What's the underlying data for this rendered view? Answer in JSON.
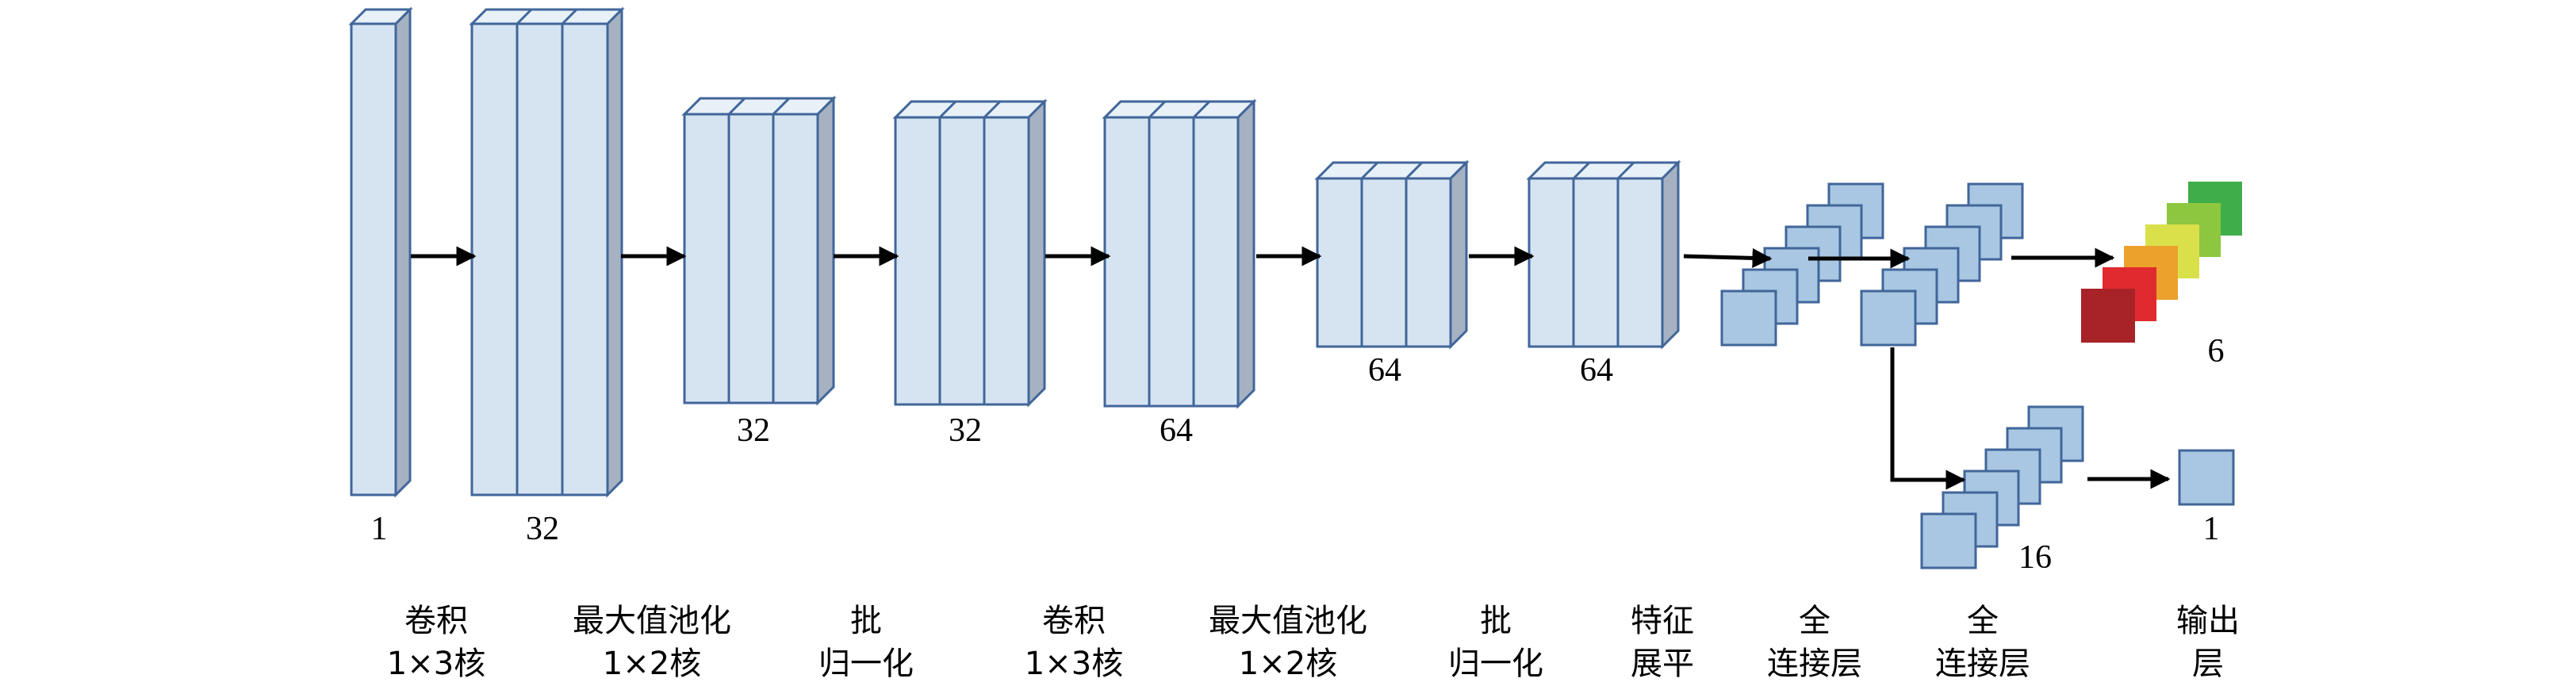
{
  "blocks": [
    {
      "id": "input",
      "channels": "1"
    },
    {
      "id": "conv1",
      "channels": "32"
    },
    {
      "id": "pool1",
      "channels": "32"
    },
    {
      "id": "bn1",
      "channels": "32"
    },
    {
      "id": "conv2",
      "channels": "64"
    },
    {
      "id": "pool2",
      "channels": "64"
    },
    {
      "id": "bn2",
      "channels": "64"
    }
  ],
  "dense_labels": {
    "hidden": "16",
    "output_single": "1",
    "output_multi": "6"
  },
  "class_colors": [
    "#a82328",
    "#e02a2f",
    "#eba12b",
    "#d9e04a",
    "#8dc63f",
    "#3fae49"
  ],
  "captions": [
    {
      "line1": "卷积",
      "line2": "1×3核"
    },
    {
      "line1": "最大值池化",
      "line2": "1×2核"
    },
    {
      "line1": "批",
      "line2": "归一化"
    },
    {
      "line1": "卷积",
      "line2": "1×3核"
    },
    {
      "line1": "最大值池化",
      "line2": "1×2核"
    },
    {
      "line1": "批",
      "line2": "归一化"
    },
    {
      "line1": "特征",
      "line2": "展平"
    },
    {
      "line1": "全",
      "line2": "连接层"
    },
    {
      "line1": "全",
      "line2": "连接层"
    },
    {
      "line1": "输出",
      "line2": "层"
    }
  ]
}
